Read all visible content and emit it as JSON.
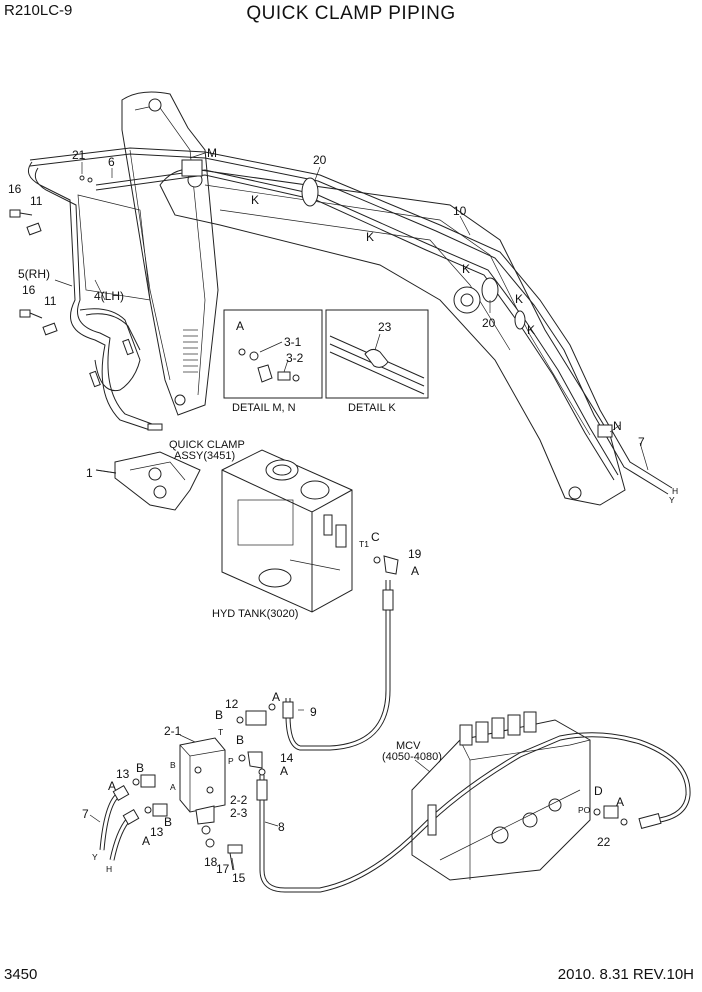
{
  "header": {
    "model": "R210LC-9",
    "title": "QUICK CLAMP PIPING"
  },
  "footer": {
    "page_number": "3450",
    "date_revision": "2010. 8.31  REV.10H"
  },
  "details": {
    "detail_mn_caption": "DETAIL M, N",
    "detail_k_caption": "DETAIL K",
    "detail_mn_labels": [
      "A",
      "3-1",
      "3-2"
    ],
    "detail_k_labels": [
      "23"
    ]
  },
  "assemblies": {
    "quick_clamp_line1": "QUICK CLAMP",
    "quick_clamp_line2": "ASSY(3451)",
    "hyd_tank": "HYD TANK(3020)",
    "mcv_line1": "MCV",
    "mcv_line2": "(4050-4080)"
  },
  "callouts": {
    "p21": "21",
    "p6": "6",
    "pM": "M",
    "p20a": "20",
    "p16a": "16",
    "p11a": "11",
    "pKa": "K",
    "p10": "10",
    "pKb": "K",
    "p5": "5(RH)",
    "p4": "4(LH)",
    "p16b": "16",
    "p11b": "11",
    "pKc": "K",
    "pKd": "K",
    "p20b": "20",
    "pKe": "K",
    "pN": "N",
    "p7a": "7",
    "pH": "H",
    "pY": "Y",
    "p1": "1",
    "pC": "C",
    "pT1": "T1",
    "p19": "19",
    "pA1": "A",
    "p12": "12",
    "pA2": "A",
    "pB1": "B",
    "p9": "9",
    "p21b": "2-1",
    "pT": "T",
    "pB2": "B",
    "p14": "14",
    "pA3": "A",
    "pP": "P",
    "p13a": "13",
    "pB3": "B",
    "pA4": "A",
    "p7b": "7",
    "pBb": "B",
    "pAb": "A",
    "p22": "2-2",
    "p23": "2-3",
    "p13b": "13",
    "pB4": "B",
    "pA5": "A",
    "pY2": "Y",
    "pH2": "H",
    "p18": "18",
    "p17": "17",
    "p15": "15",
    "p8": "8",
    "pD": "D",
    "pA6": "A",
    "pPO": "PO",
    "p22b": "22"
  }
}
